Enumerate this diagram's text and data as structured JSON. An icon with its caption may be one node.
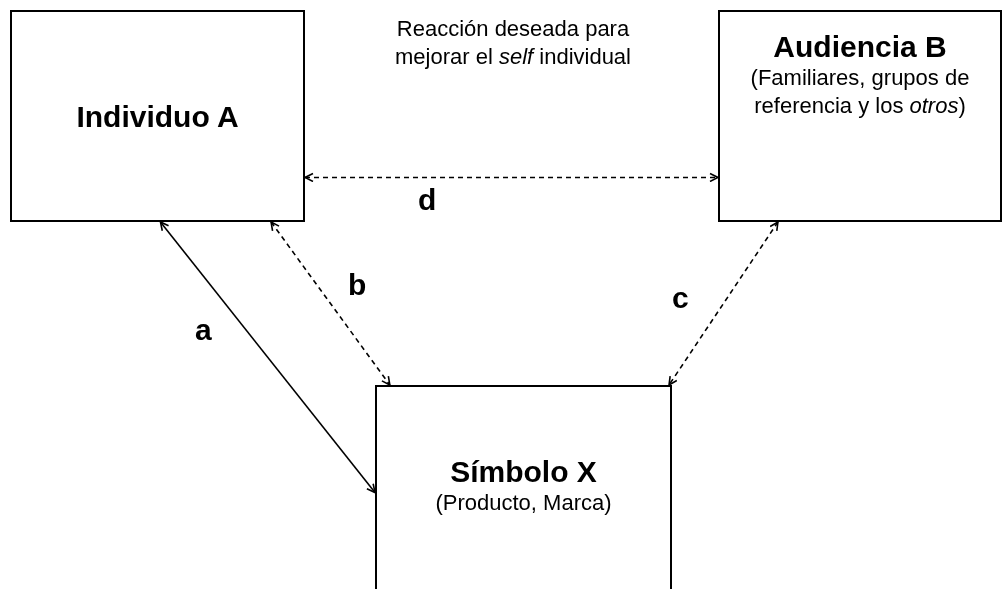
{
  "diagram": {
    "nodes": [
      {
        "text": [
          "Individuo A"
        ]
      },
      {
        "text": [
          "Audiencia B",
          "(Familiares, grupos de referencia y los *otros*)"
        ]
      },
      {
        "text": [
          "Símbolo X",
          "(Producto, Marca)"
        ]
      }
    ],
    "edges": [
      {
        "from": 0,
        "to": 2,
        "arrow": "both",
        "label": "a"
      },
      {
        "from": 0,
        "to": 2,
        "arrow": "both",
        "label": "b",
        "style": "dashed"
      },
      {
        "from": 1,
        "to": 2,
        "arrow": "both",
        "label": "c",
        "style": "dashed"
      },
      {
        "from": 0,
        "to": 1,
        "arrow": "both",
        "label": "d",
        "style": "dashed"
      }
    ],
    "labels": [
      "Reacción deseada para mejorar el *self* individual"
    ]
  }
}
